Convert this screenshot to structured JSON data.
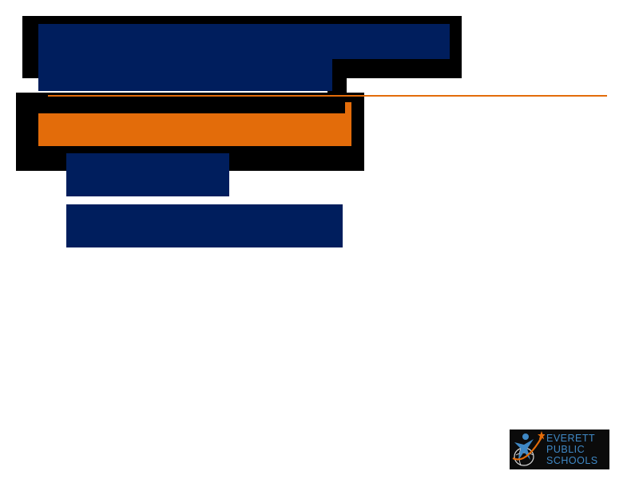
{
  "colors": {
    "navy": "#001e5d",
    "orange": "#e36c0a",
    "outline": "#000000",
    "logo_background": "#0b0b0b",
    "logo_text": "#3f88c5"
  },
  "logo": {
    "line1": "EVERETT",
    "line2": "PUBLIC",
    "line3": "SCHOOLS",
    "icon": "figure-star-icon"
  }
}
